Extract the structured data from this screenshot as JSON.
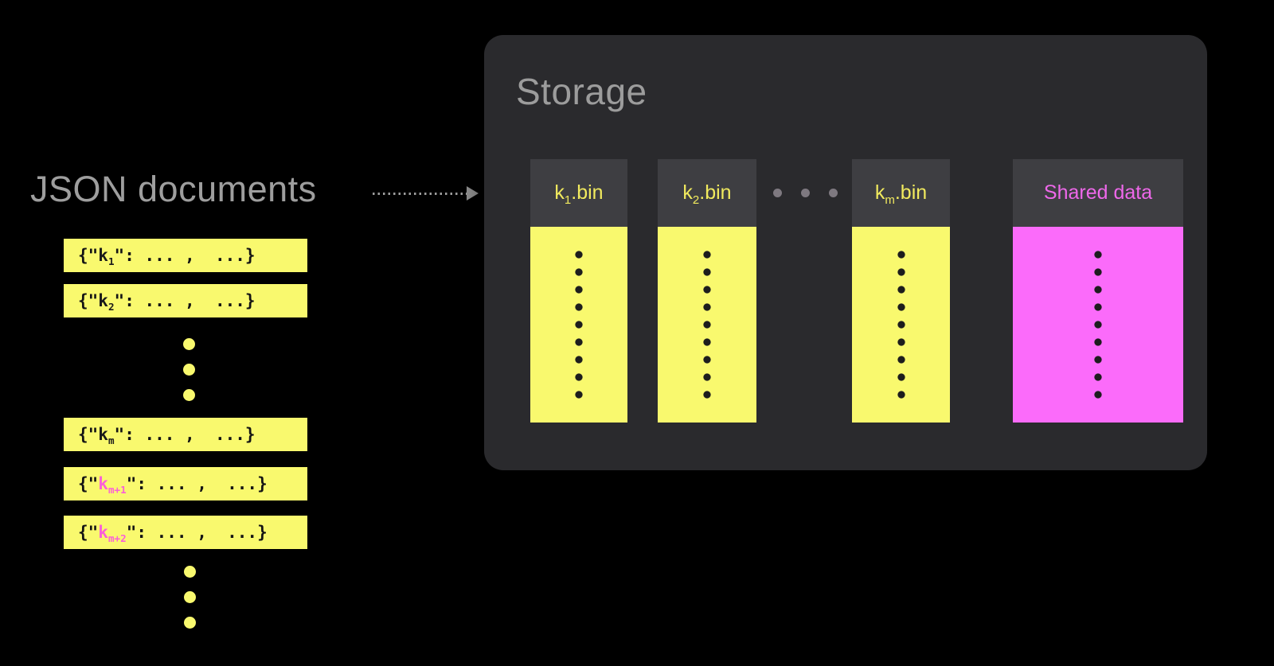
{
  "left": {
    "title": "JSON documents",
    "documents": [
      {
        "prefix": "{\"",
        "key": "k",
        "sub": "1",
        "suffix": "\": ... ,  ...}",
        "key_color": "#1a1a1a"
      },
      {
        "prefix": "{\"",
        "key": "k",
        "sub": "2",
        "suffix": "\": ... ,  ...}",
        "key_color": "#1a1a1a"
      },
      {
        "prefix": "{\"",
        "key": "k",
        "sub": "m",
        "suffix": "\": ... ,  ...}",
        "key_color": "#1a1a1a"
      },
      {
        "prefix": "{\"",
        "key": "k",
        "sub": "m+1",
        "suffix": "\": ... ,  ...}",
        "key_color": "#fa5fd8"
      },
      {
        "prefix": "{\"",
        "key": "k",
        "sub": "m+2",
        "suffix": "\": ... ,  ...}",
        "key_color": "#fa5fd8"
      }
    ]
  },
  "storage": {
    "title": "Storage",
    "bins": [
      {
        "base": "k",
        "sub": "1",
        "suffix": ".bin",
        "label_color": "#f1ea5e",
        "body_color": "#f9f96e"
      },
      {
        "base": "k",
        "sub": "2",
        "suffix": ".bin",
        "label_color": "#f1ea5e",
        "body_color": "#f9f96e"
      },
      {
        "base": "k",
        "sub": "m",
        "suffix": ".bin",
        "label_color": "#f1ea5e",
        "body_color": "#f9f96e"
      },
      {
        "base": "Shared data",
        "sub": "",
        "suffix": "",
        "label_color": "#ee68ea",
        "body_color": "#fb6bfa"
      }
    ]
  },
  "colors": {
    "background": "#000000",
    "panel": "#2a2a2d",
    "bin_header": "#3e3e42",
    "yellow": "#f9f96e",
    "magenta": "#fb6bfa",
    "pink_key": "#fa5fd8",
    "gray_text": "#9c9c9c",
    "ellipsis_gray": "#7e7980",
    "dot_black": "#1d1d1d"
  }
}
